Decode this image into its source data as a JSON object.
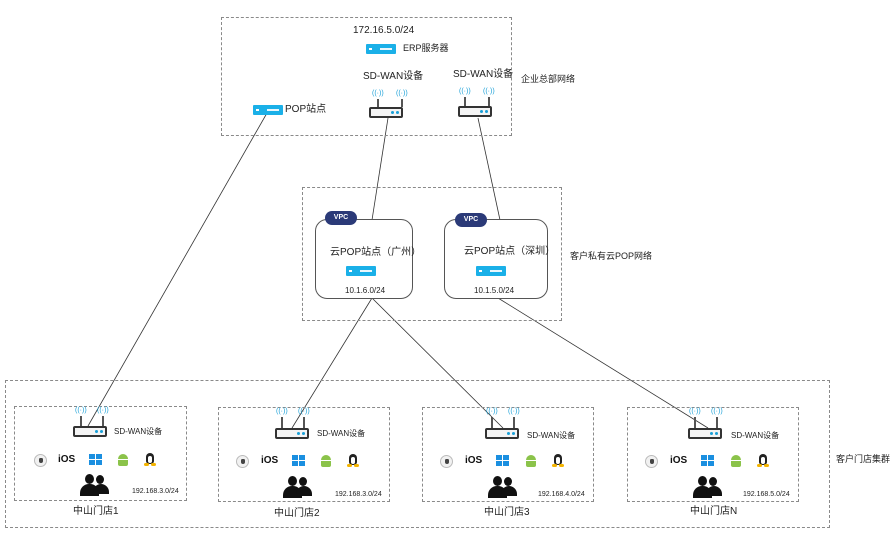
{
  "hq": {
    "subnet": "172.16.5.0/24",
    "erp_label": "ERP服务器",
    "sdwan_label_1": "SD-WAN设备",
    "sdwan_label_2": "SD-WAN设备",
    "pop_label": "POP站点",
    "group_label": "企业总部网络"
  },
  "cloud": {
    "group_label": "客户私有云POP网络",
    "vpc_badge": "VPC",
    "sites": [
      {
        "name": "云POP站点（广州）",
        "subnet": "10.1.6.0/24"
      },
      {
        "name": "云POP站点（深圳）",
        "subnet": "10.1.5.0/24"
      }
    ]
  },
  "stores": {
    "group_label": "客户门店集群",
    "device_label": "SD-WAN设备",
    "os_ios": "iOS",
    "items": [
      {
        "name": "中山门店1",
        "subnet": "192.168.3.0/24"
      },
      {
        "name": "中山门店2",
        "subnet": "192.168.3.0/24"
      },
      {
        "name": "中山门店3",
        "subnet": "192.168.4.0/24"
      },
      {
        "name": "中山门店N",
        "subnet": "192.168.5.0/24"
      }
    ]
  }
}
